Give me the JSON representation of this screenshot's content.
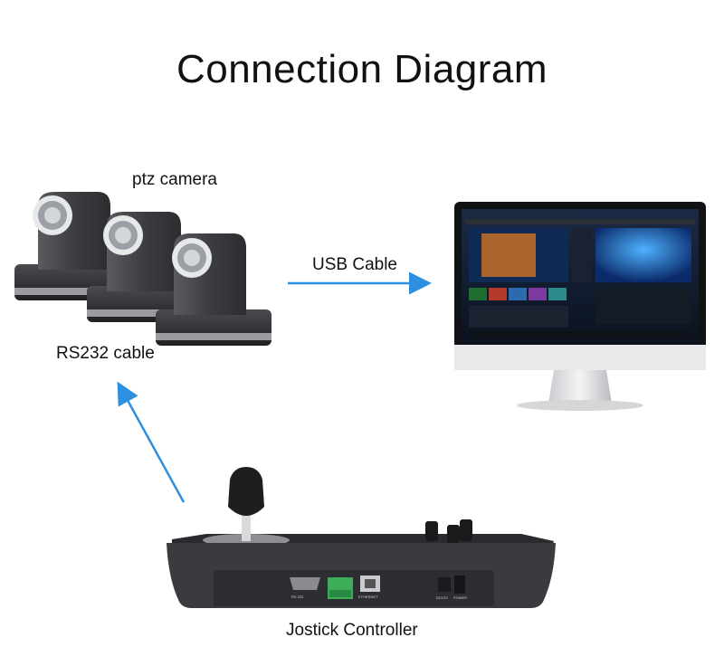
{
  "diagram": {
    "title": "Connection Diagram",
    "nodes": {
      "camera": "ptz camera",
      "controller": "Jostick Controller"
    },
    "connections": {
      "usb": "USB Cable",
      "rs232": "RS232 cable"
    },
    "controller_panel": {
      "rs232_port": "RS 232",
      "ethernet_port": "ETHERNET",
      "dc_port": "DC12V",
      "power_switch": "POWER"
    },
    "colors": {
      "arrow": "#2c8fe0",
      "device_dark": "#3a3b3e"
    }
  }
}
